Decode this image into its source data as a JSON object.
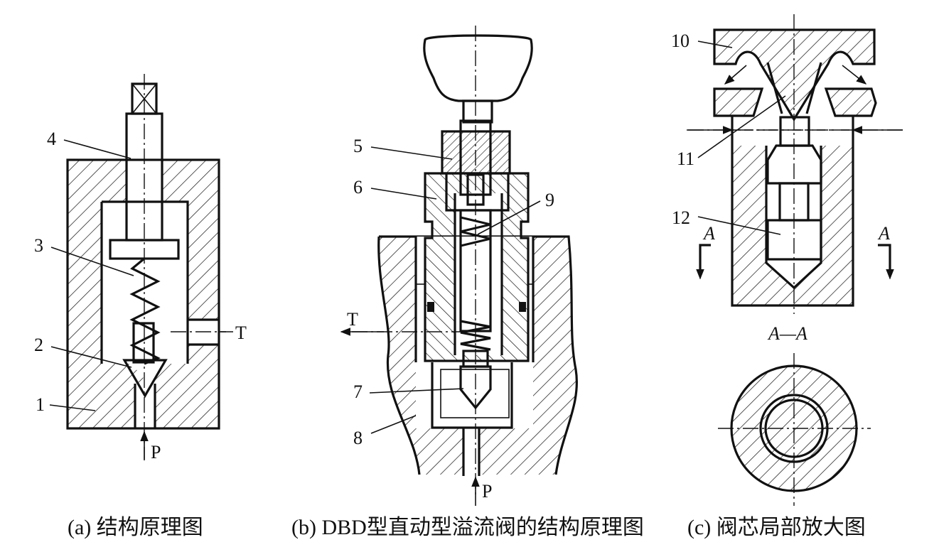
{
  "colors": {
    "ink": "#111111",
    "paper": "#ffffff"
  },
  "panel_a": {
    "labels": {
      "n1": "1",
      "n2": "2",
      "n3": "3",
      "n4": "4",
      "T": "T",
      "P": "P"
    },
    "caption": "(a) 结构原理图"
  },
  "panel_b": {
    "labels": {
      "n5": "5",
      "n6": "6",
      "n7": "7",
      "n8": "8",
      "n9": "9",
      "T": "T",
      "P": "P"
    },
    "caption": "(b) DBD型直动型溢流阀的结构原理图"
  },
  "panel_c": {
    "labels": {
      "n10": "10",
      "n11": "11",
      "n12": "12",
      "A_left": "A",
      "A_right": "A",
      "section": "A—A"
    },
    "caption": "(c) 阀芯局部放大图"
  }
}
